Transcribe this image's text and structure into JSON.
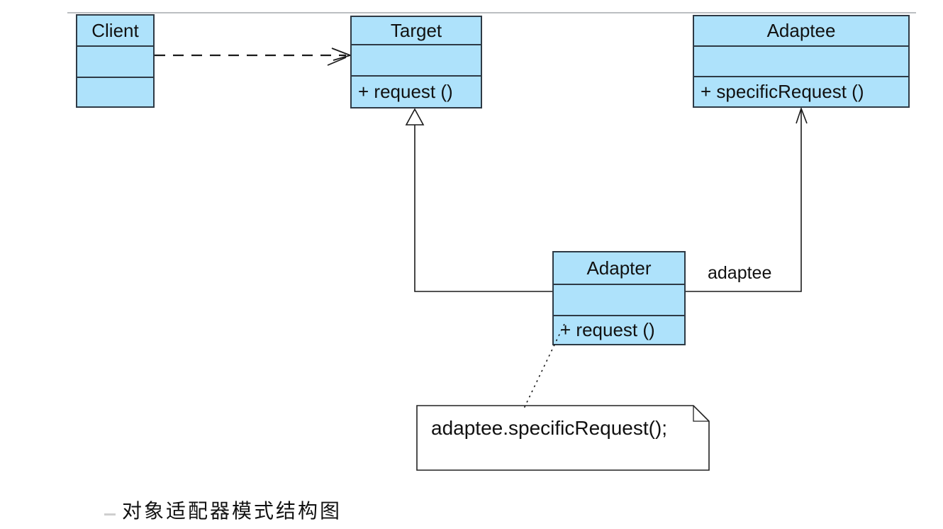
{
  "diagram": {
    "caption": "对象适配器模式结构图",
    "colors": {
      "class_fill": "#AEE2FB",
      "class_border": "#2E3A45",
      "connector_line": "#1A1A1A",
      "note_fill": "#FFFFFF",
      "text": "#111111",
      "faint_guide_line": "#BBBEC2"
    },
    "classes": {
      "client": {
        "name": "Client",
        "attributes": "",
        "methods": ""
      },
      "target": {
        "name": "Target",
        "attributes": "",
        "methods": "+ request ()"
      },
      "adaptee": {
        "name": "Adaptee",
        "attributes": "",
        "methods": "+ specificRequest ()"
      },
      "adapter": {
        "name": "Adapter",
        "attributes": "",
        "methods": "+ request ()"
      }
    },
    "relationships": {
      "client_to_target": {
        "type": "dependency",
        "style": "dashed-open-arrow"
      },
      "adapter_to_target": {
        "type": "generalization",
        "style": "solid-hollow-triangle"
      },
      "adapter_to_adaptee": {
        "type": "association",
        "style": "solid-open-arrow",
        "label": "adaptee"
      }
    },
    "note": {
      "text": "adaptee.specificRequest();"
    }
  }
}
